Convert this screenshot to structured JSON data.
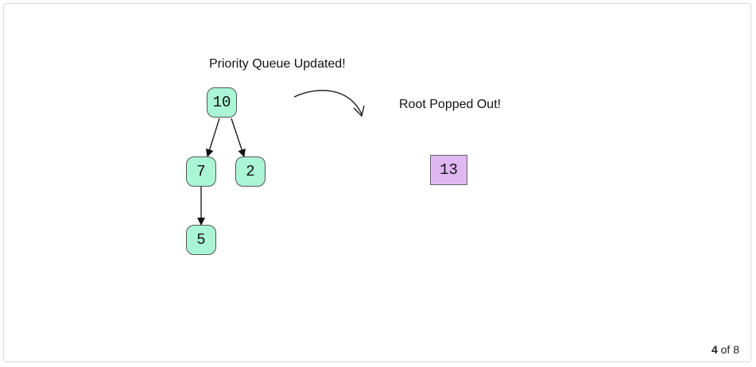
{
  "diagram": {
    "queue_label": "Priority Queue Updated!",
    "popped_label": "Root Popped Out!",
    "heap_nodes": [
      {
        "id": "n10",
        "value": "10"
      },
      {
        "id": "n7",
        "value": "7"
      },
      {
        "id": "n2",
        "value": "2"
      },
      {
        "id": "n5",
        "value": "5"
      }
    ],
    "edges": [
      {
        "from": "n10",
        "to": "n7"
      },
      {
        "from": "n10",
        "to": "n2"
      },
      {
        "from": "n7",
        "to": "n5"
      }
    ],
    "popped": {
      "value": "13"
    }
  },
  "colors": {
    "heap_node_fill": "#aaf5d5",
    "popped_node_fill": "#dfb8f2",
    "edge": "#111111"
  },
  "pager": {
    "current": "4",
    "separator": "of",
    "total": "8"
  }
}
